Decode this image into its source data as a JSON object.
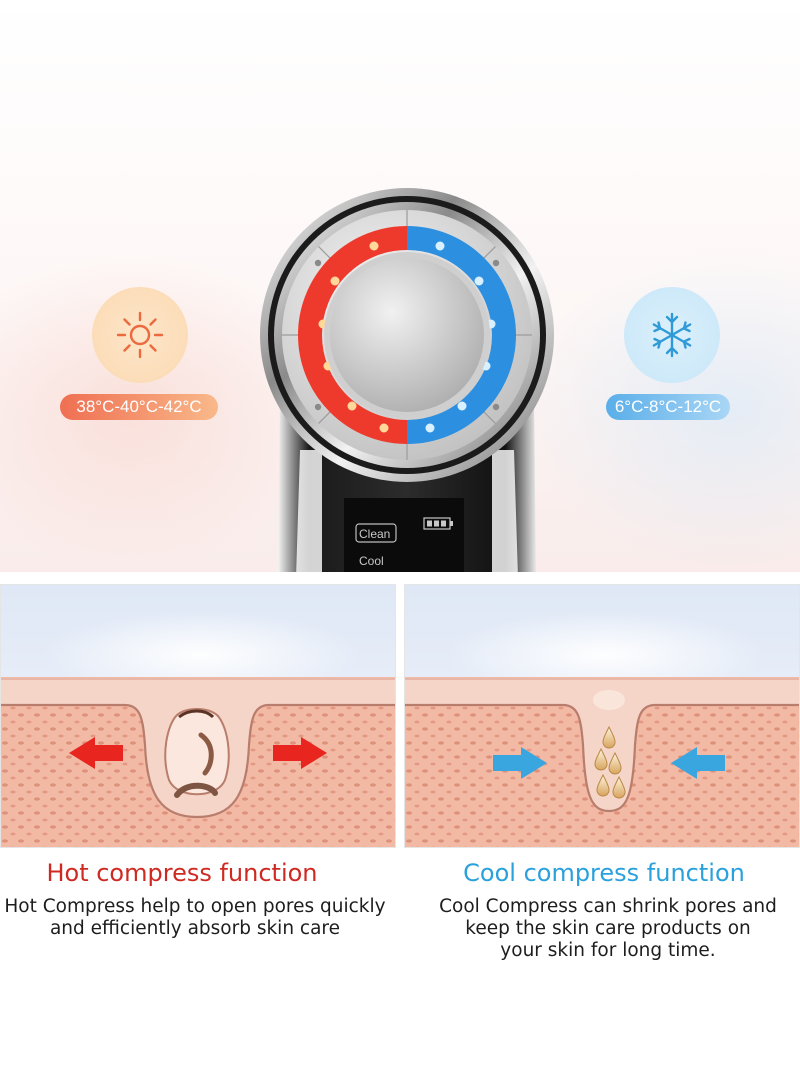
{
  "hot": {
    "temperature_label": "38°C-40°C-42°C",
    "heading": "Hot  compress function",
    "description_lines": [
      "Hot Compress help to open pores quickly",
      "and efficiently absorb skin care"
    ],
    "icon": "sun-icon",
    "color": "#cf2a22"
  },
  "cool": {
    "temperature_label": "6°C-8°C-12°C",
    "heading": "Cool compress function",
    "description_lines": [
      "Cool Compress can shrink pores and",
      "keep the skin care products on",
      "your skin for long time."
    ],
    "icon": "snowflake-icon",
    "color": "#2aa1dc"
  },
  "device": {
    "screen_mode_selected": "Clean",
    "screen_mode_next": "Cool",
    "battery_icon": "battery-icon"
  }
}
